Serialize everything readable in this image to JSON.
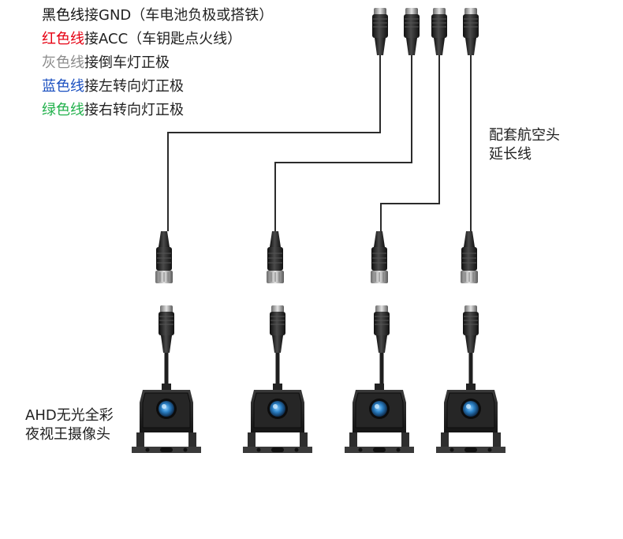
{
  "legend": [
    {
      "color_word": "黑色线",
      "rest": "接GND（车电池负极或搭铁）",
      "color": "#111111"
    },
    {
      "color_word": "红色线",
      "rest": "接ACC（车钥匙点火线）",
      "color": "#e60012"
    },
    {
      "color_word": "灰色线",
      "rest": "接倒车灯正极",
      "color": "#8c8c8c"
    },
    {
      "color_word": "蓝色线",
      "rest": "接左转向灯正极",
      "color": "#1a4fc0"
    },
    {
      "color_word": "绿色线",
      "rest": "接右转向灯正极",
      "color": "#22b14c"
    }
  ],
  "extension_label": {
    "line1": "配套航空头",
    "line2": "延长线"
  },
  "camera_label": {
    "line1": "AHD无光全彩",
    "line2": "夜视王摄像头"
  },
  "colors": {
    "wire": "#2b2b2b",
    "connector": "#1e1e1e",
    "lens": "#2a7fc4"
  },
  "icons": [
    "aviation-connector-icon",
    "camera-icon"
  ]
}
